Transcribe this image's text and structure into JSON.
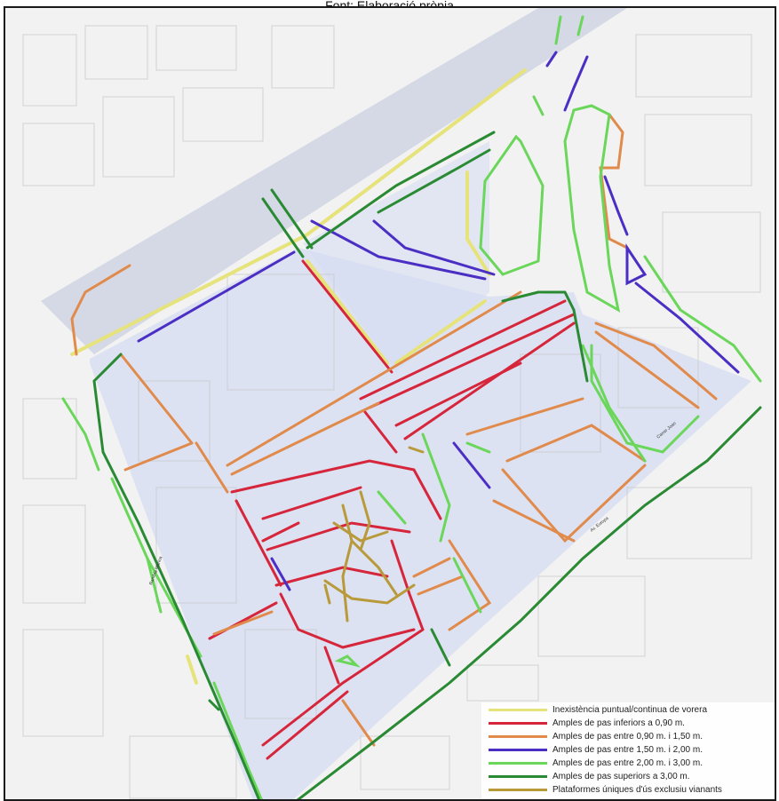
{
  "caption": "Font: Elaboració pròpia",
  "map": {
    "street_labels": [
      "Rambla Marina",
      "Carrer Joan",
      "Av. Europa"
    ]
  },
  "legend": {
    "items": [
      {
        "label": "Inexistència puntual/continua de vorera",
        "color": "#e6e37a"
      },
      {
        "label": "Amples de pas inferiors a 0,90 m.",
        "color": "#d6263b"
      },
      {
        "label": "Amples de pas entre 0,90 m. i 1,50 m.",
        "color": "#e08a4c"
      },
      {
        "label": "Amples de pas entre 1,50 m. i 2,00 m.",
        "color": "#4b2fc4"
      },
      {
        "label": "Amples de pas entre 2,00 m. i 3,00 m.",
        "color": "#6ad65a"
      },
      {
        "label": "Amples de pas superiors a 3,00 m.",
        "color": "#2a8a34"
      },
      {
        "label": "Plataformes úniques d'ús exclusiu vianants",
        "color": "#b89a3a"
      }
    ]
  }
}
